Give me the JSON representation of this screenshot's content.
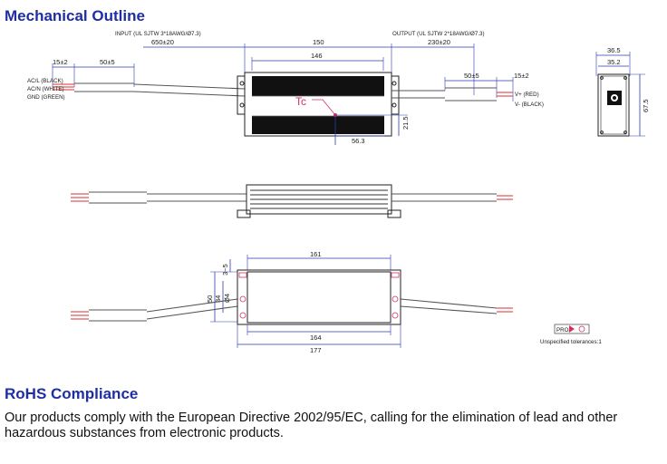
{
  "headings": {
    "mechanical": "Mechanical Outline",
    "rohs": "RoHS Compliance"
  },
  "rohs_text": "Our products comply with the European Directive 2002/95/EC, calling for the elimination of lead and other hazardous substances from electronic products.",
  "top_view": {
    "input_label": "INPUT (UL SJTW 3*18AWG/Ø7.3)",
    "output_label": "OUTPUT (UL SJTW 2*18AWG/Ø7.3)",
    "input_cable": "650±20",
    "body_total": "150",
    "output_cable": "230±20",
    "body_inner": "146",
    "in_strip": "15±2",
    "in_jacket": "50±5",
    "out_jacket": "50±5",
    "out_strip": "15±2",
    "ac_l": "AC/L (BLACK)",
    "ac_n": "AC/N (WHITE)",
    "gnd": "GND (GREEN)",
    "v_plus": "V+ (RED)",
    "v_minus": "V- (BLACK)",
    "tc": "Tc",
    "tc_x": "56.3",
    "tc_y": "21.5"
  },
  "end_view": {
    "width_outer": "36.5",
    "width_inner": "35.2",
    "height": "67.5"
  },
  "bottom_view": {
    "top_width": "161",
    "mount_offset": "3~5",
    "dim_50": "50",
    "dim_34": "34",
    "slot": "Ø4",
    "bottom_inner": "164",
    "bottom_outer": "177"
  },
  "projection": {
    "proj_label": "PROJ",
    "tolerance": "Unspecified tolerances:1"
  },
  "colors": {
    "heading": "#1f2fa3",
    "dimension": "#2a3bb0",
    "tc_marker": "#d4305a"
  }
}
